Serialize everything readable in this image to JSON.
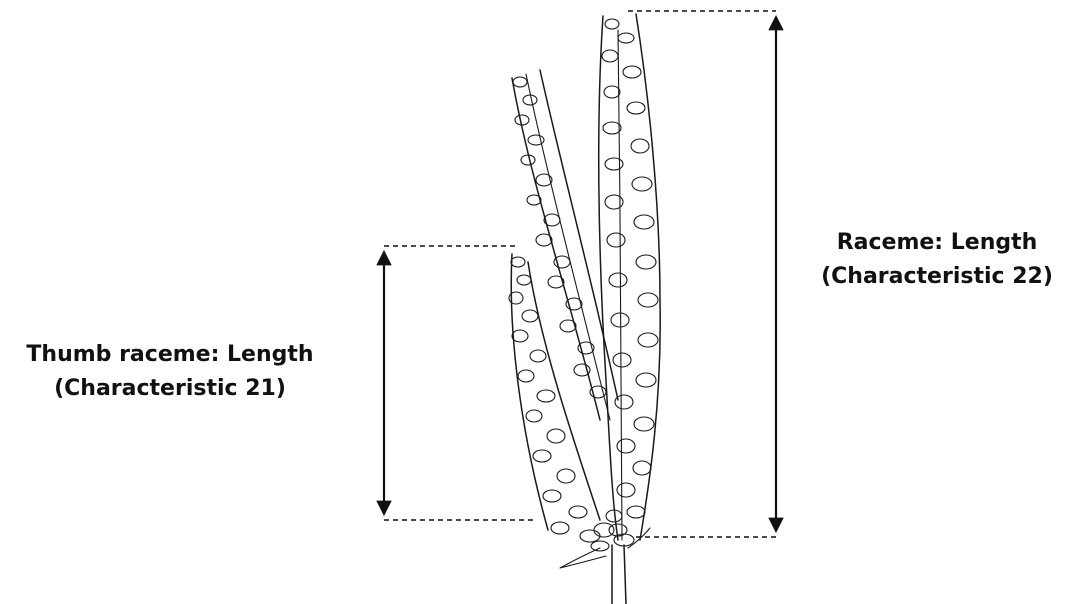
{
  "labels": {
    "thumb_raceme": {
      "line1": "Thumb raceme: Length",
      "line2": "(Characteristic 21)"
    },
    "raceme": {
      "line1": "Raceme: Length",
      "line2": "(Characteristic 22)"
    }
  },
  "colors": {
    "ink": "#1a1a1a",
    "background": "#ffffff"
  },
  "icons": {
    "measurement_arrow": "double-headed-arrow-icon",
    "plant": "inflorescence-illustration"
  }
}
